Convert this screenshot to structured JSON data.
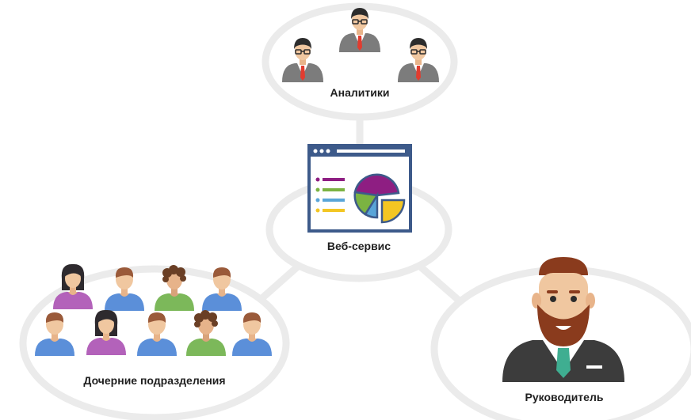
{
  "nodes": {
    "analytics": {
      "label": "Аналитики"
    },
    "web_service": {
      "label": "Веб-сервис"
    },
    "subsidiaries": {
      "label": "Дочерние подразделения"
    },
    "manager": {
      "label": "Руководитель"
    }
  },
  "icons": {
    "analyst": "analyst-person-icon",
    "dashboard": "dashboard-window-icon",
    "employee": "employee-person-icon",
    "manager": "bearded-manager-icon"
  },
  "colors": {
    "ellipse_stroke": "#ebebeb",
    "connector": "#ebebeb",
    "suit_gray": "#7c7c7c",
    "tie_red": "#e23c2f",
    "window_border": "#3d5a8a",
    "pie_purple": "#8e1e82",
    "pie_green": "#7bb342",
    "pie_blue": "#59a5d8",
    "pie_yellow": "#f3c623",
    "shirt_blue": "#5b8fd9",
    "shirt_purple": "#b362ba",
    "shirt_green": "#7cb85a",
    "skin": "#f0c7a0",
    "beard_brown": "#8a3b1d",
    "manager_suit": "#3c3c3c",
    "manager_tie": "#3fae91"
  }
}
